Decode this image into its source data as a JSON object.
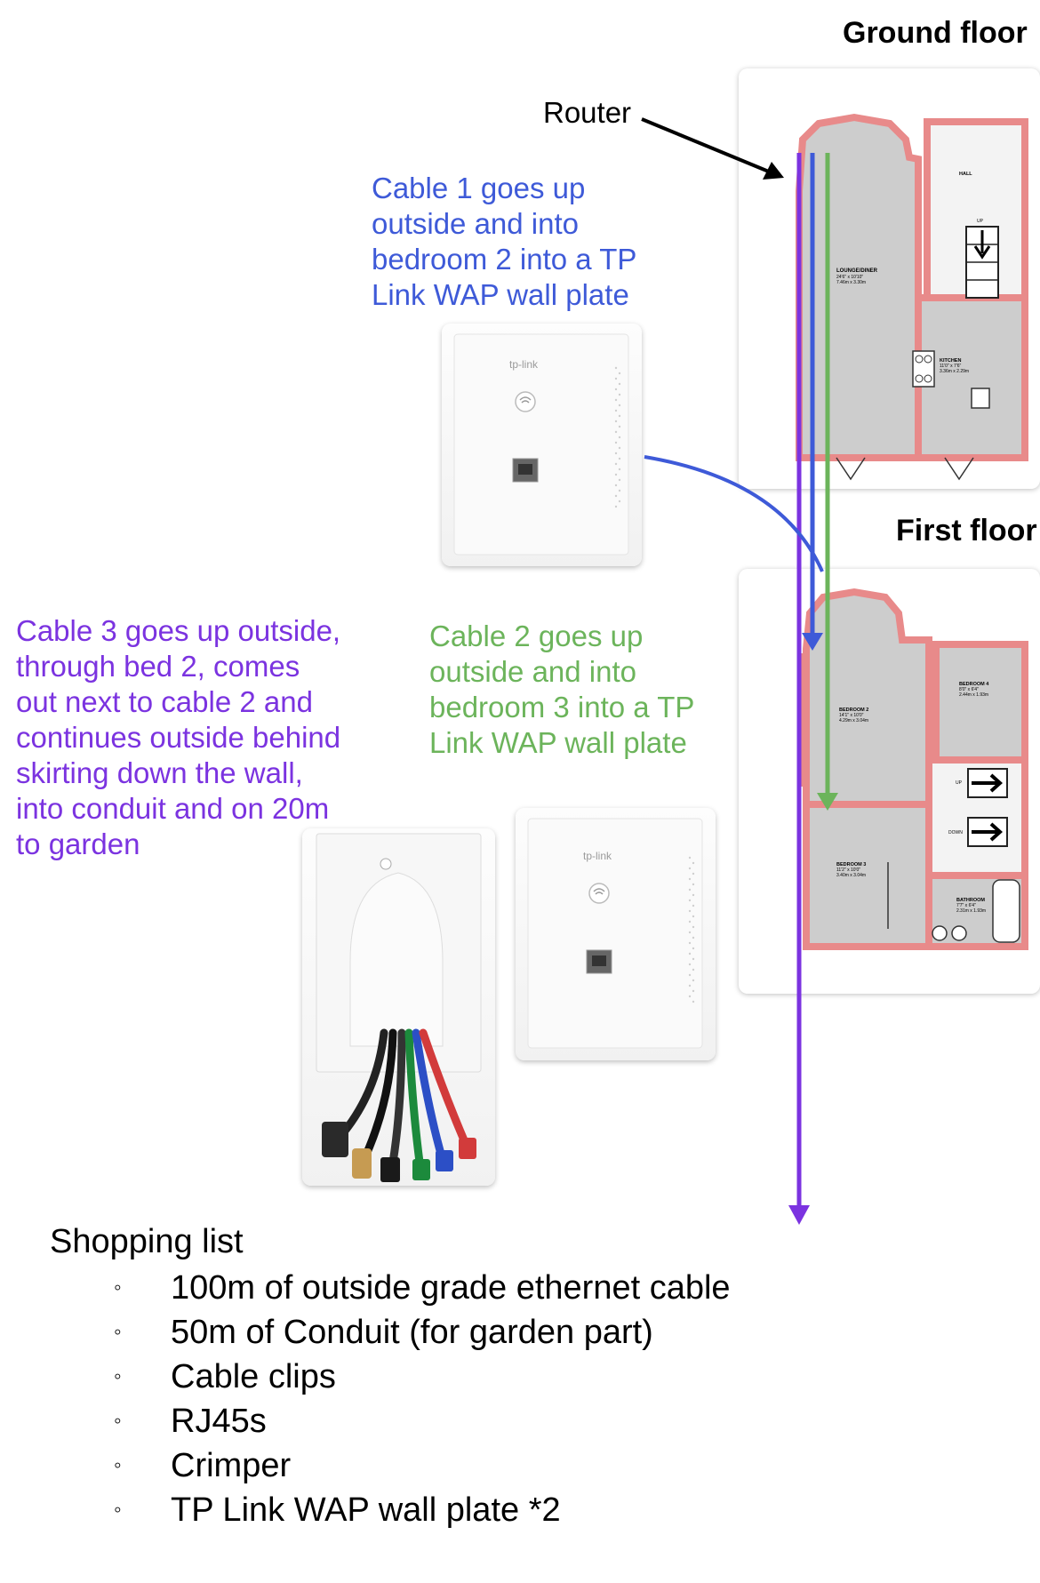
{
  "ground_floor": {
    "title": "Ground floor",
    "rooms": {
      "lounge_name": "LOUNGE/DINER",
      "lounge_dims": "24'6\" x 10'10\"\n7.46m x 3.30m",
      "hall": "HALL",
      "up": "UP",
      "kitchen_name": "KITCHEN",
      "kitchen_dims": "11'0\" x 7'6\"\n3.36m x 2.29m"
    }
  },
  "first_floor": {
    "title": "First floor",
    "rooms": {
      "bed2_name": "BEDROOM 2",
      "bed2_dims": "14'1\" x 10'0\"\n4.29m x 3.04m",
      "bed4_name": "BEDROOM 4",
      "bed4_dims": "8'0\" x 6'4\"\n2.44m x 1.93m",
      "up": "UP",
      "down": "DOWN",
      "bed3_name": "BEDROOM 3",
      "bed3_dims": "11'2\" x 10'0\"\n3.40m x 3.04m",
      "bath_name": "BATHROOM",
      "bath_dims": "7'7\" x 6'4\"\n2.31m x 1.93m"
    }
  },
  "router_label": "Router",
  "notes": {
    "cable1": "Cable 1 goes up\noutside and into\nbedroom 2 into a TP\nLink WAP wall plate",
    "cable2": "Cable 2 goes up\noutside and into\nbedroom 3 into a TP\nLink WAP wall plate",
    "cable3": "Cable 3 goes up outside,\nthrough bed 2, comes\nout next to cable 2 and\ncontinues outside behind\nskirting down the wall,\ninto conduit and on 20m\nto garden"
  },
  "wap_brand": "tp-link",
  "shopping": {
    "title": "Shopping list",
    "items": [
      "100m of outside grade ethernet cable",
      "50m of Conduit (for garden part)",
      "Cable clips",
      "RJ45s",
      "Crimper",
      "TP Link WAP wall plate *2"
    ],
    "bullet": "◦"
  },
  "colors": {
    "cable1": "#3e5ad8",
    "cable2": "#6cb45b",
    "cable3": "#7b33e0",
    "wall": "#e88a8a",
    "room": "#cdcdcd"
  }
}
